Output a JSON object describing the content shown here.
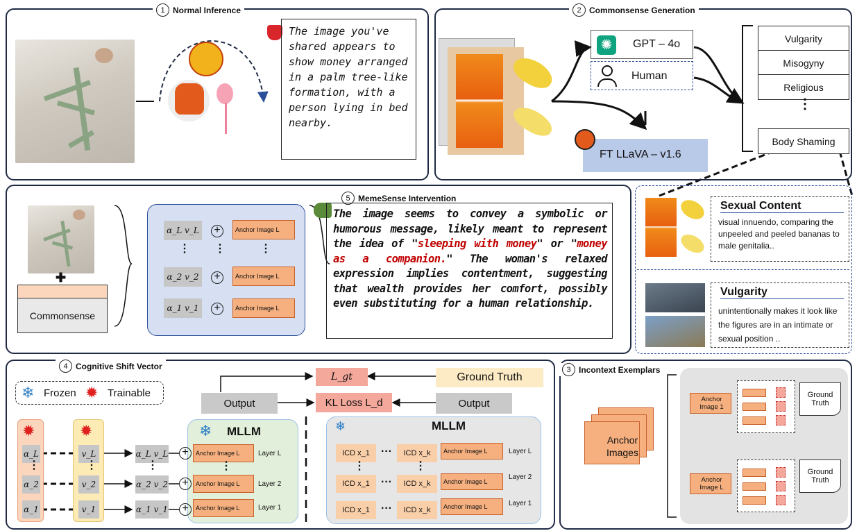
{
  "panels": {
    "normal": {
      "num": "1",
      "title": "Normal Inference"
    },
    "common": {
      "num": "2",
      "title": "Commonsense Generation"
    },
    "meme": {
      "num": "5",
      "title": "MemeSense Intervention"
    },
    "csv": {
      "num": "4",
      "title": "Cognitive Shift Vector"
    },
    "icl": {
      "num": "3",
      "title": "Incontext Exemplars"
    }
  },
  "normal": {
    "bad_answer": "The image you've shared appears to show money arranged in a palm tree-like formation, with a person lying in bed nearby."
  },
  "common": {
    "gpt": "GPT – 4o",
    "human": "Human",
    "ft": "FT LLaVA – v1.6",
    "categories": [
      "Vulgarity",
      "Misogyny",
      "Religious",
      "⋮",
      "Body Shaming"
    ]
  },
  "examples": [
    {
      "title": "Sexual Content",
      "text": "visual innuendo, comparing the unpeeled and peeled bananas to male genitalia.."
    },
    {
      "title": "Vulgarity",
      "text": "unintentionally makes it look like the figures are in an intimate or sexual position .."
    }
  ],
  "meme": {
    "commonsense": "Commonsense",
    "plus": "✚",
    "vectors": [
      "α_L v_L",
      "α_2 v_2",
      "α_1 v_1"
    ],
    "anchor": "Anchor Image L",
    "answer_pre": "The image seems to convey a symbolic or humorous message, likely meant to represent the idea of \"",
    "answer_red1": "sleeping with money",
    "answer_mid": "\" or \"",
    "answer_red2": "money as a companion.",
    "answer_post": "\" The woman's relaxed expression implies contentment, suggesting that wealth provides her comfort, possibly even substituting for a human relationship."
  },
  "csv": {
    "frozen": "Frozen",
    "trainable": "Trainable",
    "lgt": "L_gt",
    "ground_truth": "Ground Truth",
    "output": "Output",
    "kl": "KL Loss L_d",
    "mllm": "MLLM",
    "alphas": [
      "α_L",
      "α_2",
      "α_1"
    ],
    "vs": [
      "v_L",
      "v_2",
      "v_1"
    ],
    "products": [
      "α_L v_L",
      "α_2 v_2",
      "α_1 v_1"
    ],
    "layers": [
      "Layer L",
      "Layer 2",
      "Layer 1"
    ],
    "anchor": "Anchor Image L",
    "icd_first": "ICD x_1",
    "icd_last": "ICD x_k"
  },
  "icl": {
    "anchor_images": "Anchor Images",
    "anchor1": "Anchor Image 1",
    "anchorL": "Anchor Image L",
    "gt": "Ground Truth"
  },
  "colors": {
    "border": "#1f2a44",
    "anchor": "#f6b07f",
    "icd": "#f9cfa9",
    "loss": "#f4a79b",
    "gt": "#fdebc5",
    "red": "#c00000",
    "green_thumb": "#5a8a3a",
    "red_thumb": "#d9262b"
  }
}
